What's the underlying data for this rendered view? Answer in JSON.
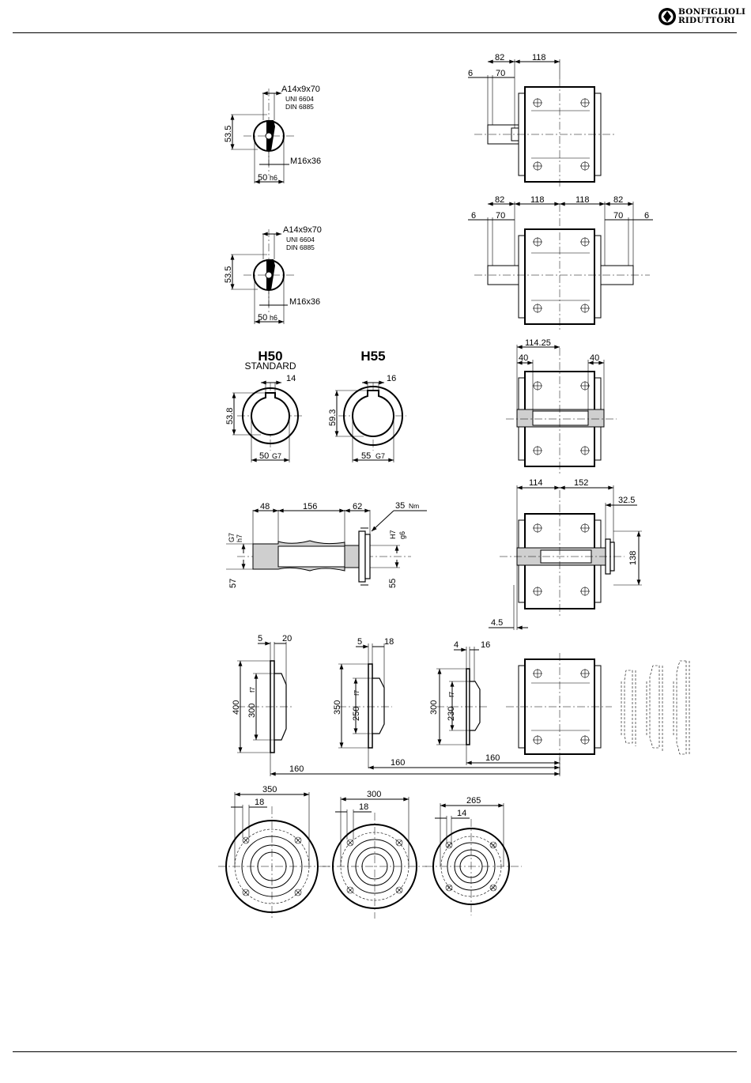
{
  "brand": {
    "line1": "BONFIGLIOLI",
    "line2": "RIDUTTORI"
  },
  "shaft_a": {
    "key": "A14x9x70",
    "std1": "UNI 6604",
    "std2": "DIN 6885",
    "height": "53.5",
    "thread": "M16x36",
    "dia": "50",
    "tol": "h6"
  },
  "shaft_b": {
    "key": "A14x9x70",
    "std1": "UNI 6604",
    "std2": "DIN 6885",
    "height": "53.5",
    "thread": "M16x36",
    "dia": "50",
    "tol": "h6"
  },
  "hollow": {
    "h50_title": "H50",
    "h50_sub": "STANDARD",
    "h55_title": "H55",
    "h50_key": "14",
    "h50_height": "53.8",
    "h50_dia": "50",
    "h50_tol": "G7",
    "h55_key": "16",
    "h55_height": "59.3",
    "h55_dia": "55",
    "h55_tol": "G7"
  },
  "shrink": {
    "d48": "48",
    "d156": "156",
    "d62": "62",
    "torque": "35",
    "torque_unit": "Nm",
    "tol_g7": "G7",
    "tol_h7": "h7",
    "tol_H7": "H7",
    "tol_g6": "g6",
    "d57": "57",
    "d55": "55"
  },
  "side1": {
    "d6": "6",
    "d70": "70",
    "d82": "82",
    "d118": "118"
  },
  "side2": {
    "d6a": "6",
    "d70a": "70",
    "d82a": "82",
    "d118a": "118",
    "d118b": "118",
    "d82b": "82",
    "d70b": "70",
    "d6b": "6"
  },
  "side3": {
    "d11425": "114.25",
    "d40a": "40",
    "d40b": "40"
  },
  "side4": {
    "d114": "114",
    "d152": "152",
    "d325": "32.5",
    "d138": "138",
    "d45": "4.5"
  },
  "flanges": {
    "f1_t": "5",
    "f1_w": "20",
    "f1_od": "400",
    "f1_pilot": "300",
    "f1_tol": "f7",
    "f2_t": "5",
    "f2_w": "18",
    "f2_od": "350",
    "f2_pilot": "250",
    "f2_tol": "f7",
    "f3_t": "4",
    "f3_w": "16",
    "f3_od": "300",
    "f3_pilot": "230",
    "f3_tol": "f7",
    "dist1": "160",
    "dist2": "160",
    "dist3": "160"
  },
  "flange_front": {
    "p1_pcd": "350",
    "p1_hole": "18",
    "p2_pcd": "300",
    "p2_hole": "18",
    "p3_pcd": "265",
    "p3_hole": "14"
  }
}
